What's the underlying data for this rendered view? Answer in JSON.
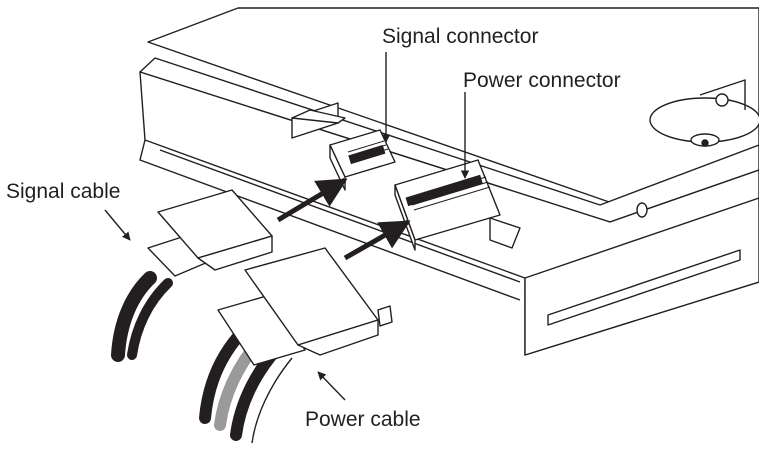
{
  "labels": {
    "signal_connector": "Signal connector",
    "power_connector": "Power connector",
    "signal_cable": "Signal cable",
    "power_cable": "Power cable"
  },
  "colors": {
    "ink": "#231f20",
    "paper": "#ffffff",
    "wire_black": "#231f20",
    "wire_gray": "#9a9a9a"
  }
}
